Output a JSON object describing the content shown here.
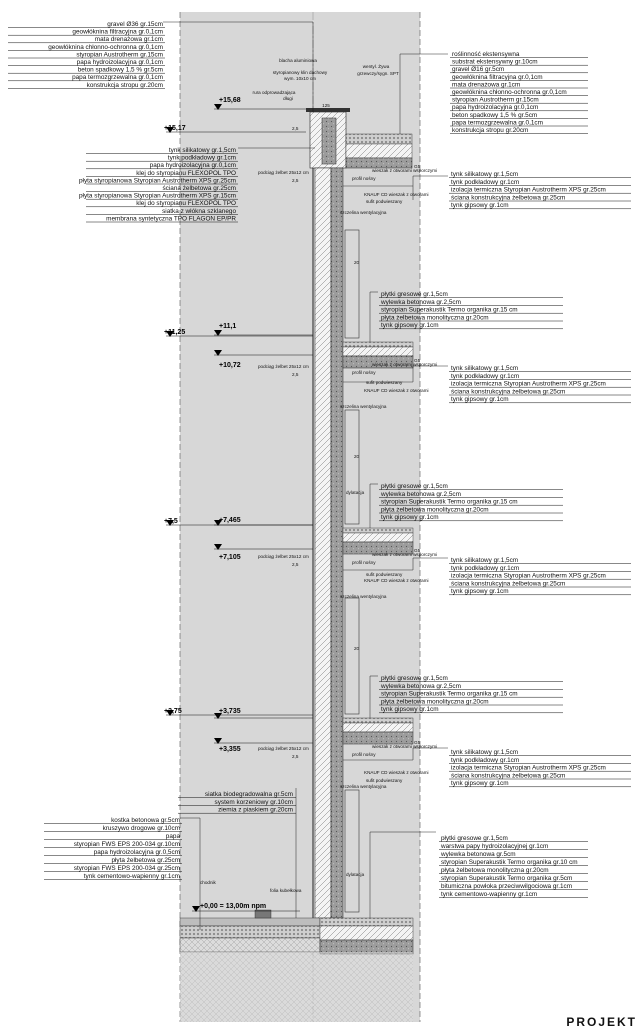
{
  "left_roof": [
    "gravel Ø36 gr.15cm",
    "geowłóknina filtracyjna gr.0,1cm",
    "mata drenażowa gr.1cm",
    "geowłóknina chłonno-ochronna gr.0,1cm",
    "styropian Austrotherm gr.15cm",
    "papa hydroizolacyjna gr.0,1cm",
    "beton spadkowy 1,5 % gr.5cm",
    "papa termozgrzewalna gr.0,1cm",
    "konstrukcja stropu gr.20cm"
  ],
  "left_parapet": [
    "tynk silikatowy gr.1,5cm",
    "tynk podkładowy gr.1cm",
    "papa hydroizolacyjna gr.0,1cm",
    "klej do styropianu FLEXOPOL TPO",
    "płyta styropianowa Styropian Austrotherm XPS gr.25cm",
    "ściana żelbetowa gr.25cm",
    "płyta styropianowa Styropian Austrotherm XPS gr.15cm",
    "klej do styropianu FLEXOPOL TPO",
    "siatka z włókna szklanego",
    "membrana syntetyczna TPO FLAGON EP/PR"
  ],
  "right_roof": [
    "roślinność ekstensywna",
    "substrat ekstensywny gr.10cm",
    "gravel Ø16 gr.5cm",
    "geowłóknina filtracyjna gr.0,1cm",
    "mata drenażowa gr.1cm",
    "geowłóknina chłonno-ochronna gr.0,1cm",
    "styropian Austrotherm gr.15cm",
    "papa hydroizolacyjna gr.0,1cm",
    "beton spadkowy 1,5 % gr.5cm",
    "papa termozgrzewalna gr.0,1cm",
    "konstrukcja stropu gr.20cm"
  ],
  "wall_layers": [
    "tynk silikatowy gr.1,5cm",
    "tynk podkładowy gr.1cm",
    "izolacja termiczna Styropian Austrotherm XPS gr.25cm",
    "ściana konstrukcyjna żelbetowa gr.25cm",
    "tynk gipsowy gr.1cm"
  ],
  "floor_layers": [
    "płytki gresowe gr.1,5cm",
    "wylewka betonowa gr.2,5cm",
    "styropian Superakustik Termo organika gr.15 cm",
    "płyta żelbetowa monolityczna gr.20cm",
    "tynk gipsowy gr.1cm"
  ],
  "ground_layers": [
    "płytki gresowe gr.1,5cm",
    "warstwa papy hydroizolacyjnej gr.1cm",
    "wylewka betonowa gr.5cm",
    "styropian Superakustik Termo organika gr.10 cm",
    "płyta żelbetowa monolityczna gr.20cm",
    "styropian Superakustik Termo organika gr.5cm",
    "bitumiczna powłoka przeciwwilgociowa gr.1cm",
    "tynk cementowo-wapienny gr.1cm"
  ],
  "green_layers": [
    "siatka biodegradowalna gr.5cm",
    "system korzeniowy gr.10cm",
    "ziemia z piaskiem gr.20cm"
  ],
  "path_layers": [
    "kostka betonowa gr.5cm",
    "kruszywo drogowe gr.10cm",
    "papa",
    "styropian FWS EPS 200-034 gr.10cm",
    "papa hydroizolacyjna gr.0,5cm",
    "płyta żelbetowa gr.25cm",
    "styropian FWS EPS 200-034 gr.25cm",
    "tynk cementowo-wapienny gr.1cm"
  ],
  "levels_left": [
    "+15,17",
    "+11,25",
    "+7,5",
    "+3,75"
  ],
  "levels_right": [
    "+15,68",
    "+11,1",
    "+10,72",
    "+7,465",
    "+7,105",
    "+3,735",
    "+3,355"
  ],
  "level_zero": "+0,00 = 13,00m npm",
  "small": {
    "blacha": "blacha aluminiowa",
    "styropian_klin": "styropianowy klin dachowy",
    "wym": "wym. 10x10 cm",
    "wentyl": "wentyl. Żywa",
    "grzewczy": "grzewczy/sygn. SPT",
    "rura": "rura odprowadzająca",
    "dlugi": "długi",
    "dim": "125",
    "podciag": "podciąg żelbet 25x12 cm",
    "profil": "profil nośny",
    "wieszak": "wieszak z otworami wsporczymi",
    "knauf": "KNAUF CD wieszak z otworami",
    "sufit": "sufit podwieszany",
    "szczelina": "szczelina wentylacyjna",
    "dylatacja": "dylatacja",
    "chodnik": "chodnik",
    "folia": "folia kubełkowa",
    "n1": "20",
    "n2": "2,5",
    "n3": "G5"
  },
  "brand": "PROJEKT"
}
